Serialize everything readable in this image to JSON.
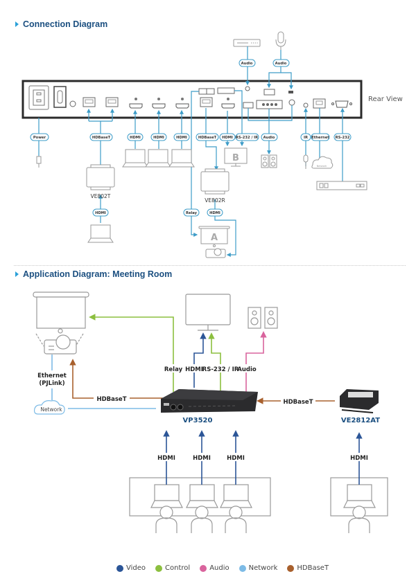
{
  "sections": {
    "connection_title": "Connection Diagram",
    "application_title": "Application Diagram: Meeting Room"
  },
  "connection": {
    "rear_view_label": "Rear View",
    "pills": {
      "power": "Power",
      "hdbaset_in": "HDBaseT",
      "hdmi1": "HDMI",
      "hdmi2": "HDMI",
      "hdmi3": "HDMI",
      "hdbaset_out": "HDBaseT",
      "hdmi_out": "HDMI",
      "rs232_ir": "RS-232 / IR",
      "audio_out": "Audio",
      "ir": "IR",
      "ethernet": "Ethernet",
      "rs232": "RS-232",
      "audio_top1": "Audio",
      "audio_top2": "Audio",
      "hdmi_ve802t": "HDMI",
      "relay": "Relay",
      "hdmi_ve802r": "HDMI"
    },
    "device_labels": {
      "ve802t": "VE802T",
      "ve802r": "VE802R",
      "display_b": "B",
      "screen_a": "A",
      "network": "Network"
    }
  },
  "application": {
    "labels": {
      "relay": "Relay",
      "hdmi": "HDMI",
      "rs232_ir": "RS-232 / IR",
      "audio": "Audio",
      "ethernet": "Ethernet",
      "pjlink": "(PJLink)",
      "hdbaset_left": "HDBaseT",
      "hdbaset_right": "HDBaseT",
      "network": "Network",
      "hdmi_in1": "HDMI",
      "hdmi_in2": "HDMI",
      "hdmi_in3": "HDMI",
      "hdmi_in4": "HDMI"
    },
    "devices": {
      "main": "VP3520",
      "transmitter": "VE2812AT"
    }
  },
  "legend": [
    {
      "label": "Video",
      "color": "#2b5597"
    },
    {
      "label": "Control",
      "color": "#8cbf3f"
    },
    {
      "label": "Audio",
      "color": "#d9649d"
    },
    {
      "label": "Network",
      "color": "#7dbbe6"
    },
    {
      "label": "HDBaseT",
      "color": "#a8602d"
    }
  ],
  "colors": {
    "title": "#1b4f80",
    "connector": "#3d9cc8",
    "video": "#2b5597",
    "control": "#8cbf3f",
    "audio": "#d9649d",
    "network": "#7dbbe6",
    "hdbaset": "#a8602d"
  }
}
